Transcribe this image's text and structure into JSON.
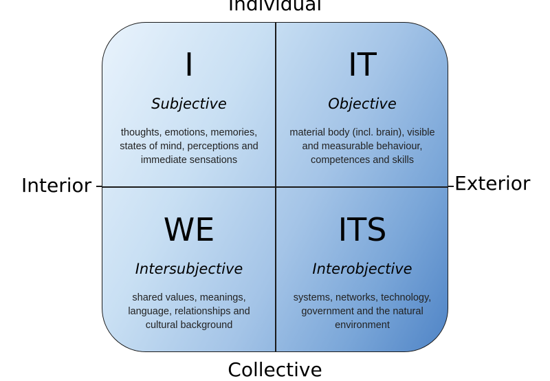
{
  "axes": {
    "top": "Individual",
    "bottom": "Collective",
    "left": "Interior",
    "right": "Exterior"
  },
  "quadrants": {
    "top_left": {
      "letter": "I",
      "title": "Subjective",
      "desc_lines": [
        "thoughts, emotions, memories,",
        "states of mind, perceptions and",
        "immediate sensations"
      ]
    },
    "top_right": {
      "letter": "IT",
      "title": "Objective",
      "desc_lines": [
        "material body (incl. brain), visible",
        "and measurable behaviour,",
        "competences and skills"
      ]
    },
    "bottom_left": {
      "letter": "WE",
      "title": "Intersubjective",
      "desc_lines": [
        "shared values, meanings,",
        "language, relationships and",
        "cultural background"
      ]
    },
    "bottom_right": {
      "letter": "ITS",
      "title": "Interobjective",
      "desc_lines": [
        "systems, networks, technology,",
        "government and the natural",
        "environment"
      ]
    }
  },
  "colors": {
    "gradient_light": "#e9f3fc",
    "gradient_dark": "#4f84c6",
    "border": "#1a1a1a"
  }
}
